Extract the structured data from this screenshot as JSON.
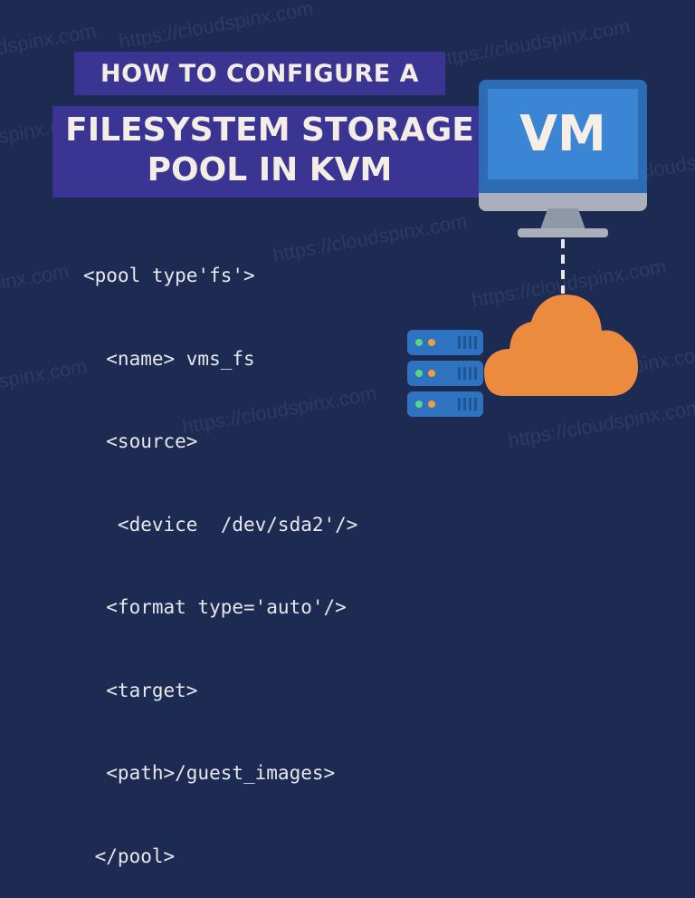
{
  "watermark": "https://cloudspinx.com",
  "title": {
    "line1": "HOW TO CONFIGURE A",
    "line2": "FILESYSTEM STORAGE",
    "line3": "POOL IN KVM"
  },
  "code": {
    "lines": [
      "<pool type'fs'>",
      "  <name> vms_fs",
      "  <source>",
      "   <device  /dev/sda2'/>",
      "  <format type='auto'/>",
      "  <target>",
      "  <path>/guest_images>",
      " </pool>"
    ]
  },
  "illustration": {
    "monitor_label": "VM",
    "icons": [
      "monitor-icon",
      "server-rack-icon",
      "cloud-icon"
    ]
  },
  "colors": {
    "background": "#1d2b52",
    "title_band": "#3a3593",
    "cloud": "#ec8a3e",
    "monitor_screen": "#3a86d4",
    "server": "#2f72c0"
  }
}
